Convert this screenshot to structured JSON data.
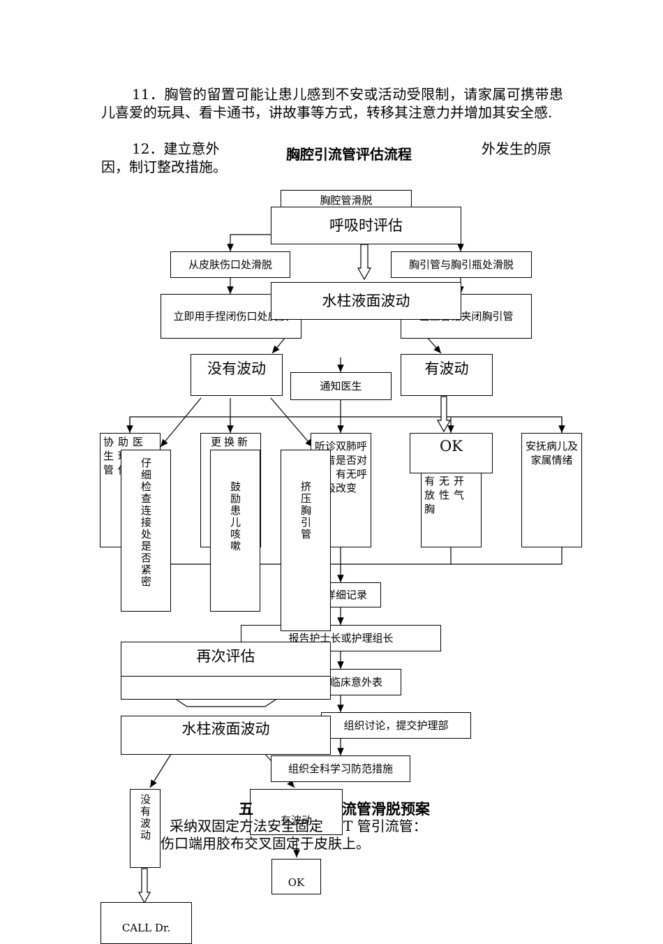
{
  "intro": {
    "para11": "11．胸管的留置可能让患儿感到不安或活动受限制，请家属可携带患儿喜爱的玩具、看卡通书，讲故事等方式，转移其注意力并增加其安全感.",
    "para12a": "12．建立意外",
    "para12b": "外发生的原",
    "para12c": "因，制订整改措施。"
  },
  "flow1": {
    "title": "胸腔引流管评估流程",
    "start": "胸腔管滑脱",
    "branch_left": "从皮肤伤口处滑脱",
    "branch_right": "胸引管与胸引瓶处滑脱",
    "action_left": "立即用手捏闭伤口处皮肤",
    "action_right": "齿血管钳夹闭胸引管",
    "notify": "通知医生",
    "col1": "协助医生理新管伤",
    "col2": "更换新",
    "col3": "听诊双肺呼吸音是否对称，有无呼吸改变",
    "col4": "有无开放性气胸",
    "col5": "安抚病儿及家属情绪",
    "record": "详细记录",
    "report": "报告护士长或护理组长",
    "form": "临床意外表",
    "discuss": "组织讨论，提交护理部",
    "study": "组织全科学习防范措施"
  },
  "flow2": {
    "assess_breath": "呼吸时评估",
    "water_wave": "水柱液面波动",
    "no_wave": "没有波动",
    "has_wave": "有波动",
    "ok": "OK",
    "check": "仔细检查连接处是否紧密",
    "cough": "鼓励患儿咳嗽",
    "squeeze": "挤压胸引管",
    "reassess": "再次评估",
    "water_wave2": "水柱液面波动",
    "no_wave2": "没有波动",
    "has_wave2": "有波动",
    "ok2": "OK",
    "call": "CALL  Dr."
  },
  "section5": {
    "title_a": "五",
    "title_b": "流管滑脱预案",
    "line1a": "采纳双固定方法安全固定",
    "line1b": "T 管引流管：",
    "line2": "伤口端用胶布交叉固定于皮肤上。"
  }
}
